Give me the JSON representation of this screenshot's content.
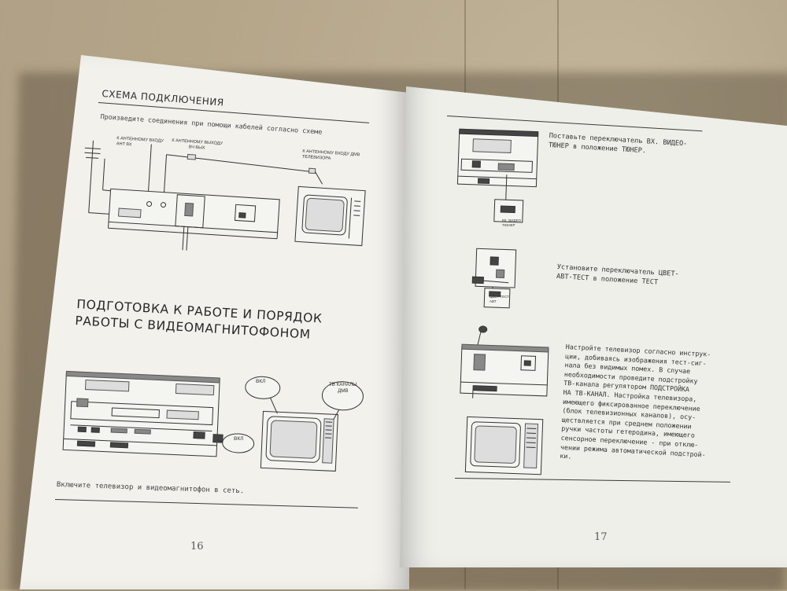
{
  "left_page": {
    "section_title": "СХЕМА ПОДКЛЮЧЕНИЯ",
    "intro": "Произведите соединения при помощи кабелей согласно схеме",
    "labels": {
      "antenna_in": "К АНТЕННОМУ ВХОДУ\nАНТ ВХ",
      "antenna_out": "К АНТЕННОМУ ВЫХОДУ\nВЧ ВЫХ",
      "tv_dmv": "К АНТЕННОМУ ВХОДУ ДМВ\nТЕЛЕВИЗОРА"
    },
    "heading_line1": "ПОДГОТОВКА К РАБОТЕ И ПОРЯДОК",
    "heading_line2": "РАБОТЫ С ВИДЕОМАГНИТОФОНОМ",
    "callouts": {
      "on_tv": "ВКЛ",
      "tv_channels": "ТВ КАНАЛЫ\nДМВ",
      "on_vcr": "ВКЛ"
    },
    "footer_text": "Включите телевизор и видеомагнитофон в сеть.",
    "page_number": "16"
  },
  "right_page": {
    "step1_text": "Поставьте переключатель ВХ. ВИДЕО-\nТЮНЕР в положение ТЮНЕР.",
    "step1_switch": "ВХ. ВИДЕО\nТЮНЕР",
    "step2_text": "Установите переключатель ЦВЕТ-\nАВТ-ТЕСТ в положение ТЕСТ",
    "step2_switch": "ЦВЕТ ТЕСТ\nАВТ",
    "step3_text": "Настройте телевизор согласно инструк-\nции, добиваясь изображения тест-сиг-\nнала без видимых помех. В случае\nнеобходимости проведите подстройку\nТВ-канала регулятором ПОДСТРОЙКА\nНА ТВ-КАНАЛ. Настройка телевизора,\nимеющего фиксированное переключение\n(блок телевизионных каналов), осу-\nществляется при среднем положении\nручки частоты гетеродина, имеющего\nсенсорное переключение - при отклю-\nчении режима автоматической подстрой-\nки.",
    "page_number": "17"
  },
  "colors": {
    "table": "#b7a88c",
    "paper_left": "#f2f1ec",
    "paper_right": "#efefea",
    "ink": "#333333"
  }
}
